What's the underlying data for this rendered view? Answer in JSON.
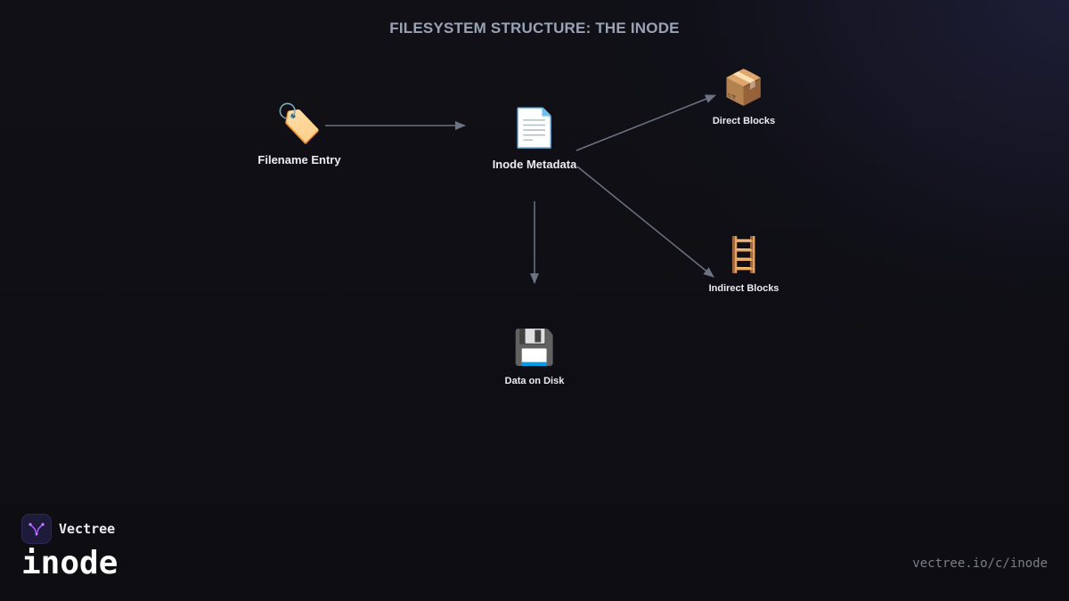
{
  "title": "FILESYSTEM STRUCTURE: THE INODE",
  "nodes": {
    "filename_entry": {
      "icon": "🏷️",
      "icon_name": "label-tag-icon",
      "label": "Filename Entry"
    },
    "inode_metadata": {
      "icon": "📄",
      "icon_name": "document-icon",
      "label": "Inode Metadata"
    },
    "direct_blocks": {
      "icon": "📦",
      "icon_name": "package-icon",
      "label": "Direct Blocks"
    },
    "indirect_blocks": {
      "icon": "🪜",
      "icon_name": "ladder-icon",
      "label": "Indirect Blocks"
    },
    "data_on_disk": {
      "icon": "💾",
      "icon_name": "floppy-disk-icon",
      "label": "Data on Disk"
    }
  },
  "edges": [
    {
      "from": "filename_entry",
      "to": "inode_metadata"
    },
    {
      "from": "inode_metadata",
      "to": "direct_blocks"
    },
    {
      "from": "inode_metadata",
      "to": "indirect_blocks"
    },
    {
      "from": "inode_metadata",
      "to": "data_on_disk"
    }
  ],
  "colors": {
    "edge": "#6b7384",
    "title": "#9aa3b5",
    "logo_accent": "#a855f7"
  },
  "brand": {
    "name": "Vectree",
    "topic": "inode",
    "url": "vectree.io/c/inode"
  }
}
